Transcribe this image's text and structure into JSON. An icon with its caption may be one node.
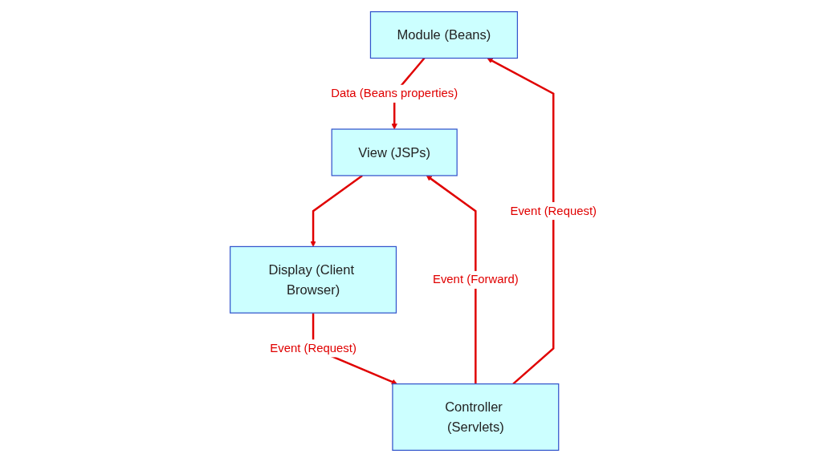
{
  "diagram": {
    "nodes": [
      {
        "text": [
          "Module (Beans)"
        ]
      },
      {
        "text": [
          "View (JSPs)"
        ]
      },
      {
        "text": [
          "Controller (Servlets)"
        ]
      },
      {
        "text": [
          "Display (Client Browser)"
        ]
      }
    ],
    "edges": [
      {
        "from": 0,
        "to": 1,
        "arrow": "to",
        "label": "Data (Beans properties)"
      },
      {
        "from": 1,
        "to": 3,
        "arrow": "to"
      },
      {
        "from": 3,
        "to": 2,
        "arrow": "to",
        "label": "Event (Request)"
      },
      {
        "from": 2,
        "to": 0,
        "arrow": "to",
        "label": "Event (Request)"
      },
      {
        "from": 2,
        "to": 1,
        "arrow": "to",
        "label": "Event (Forward)"
      }
    ]
  }
}
